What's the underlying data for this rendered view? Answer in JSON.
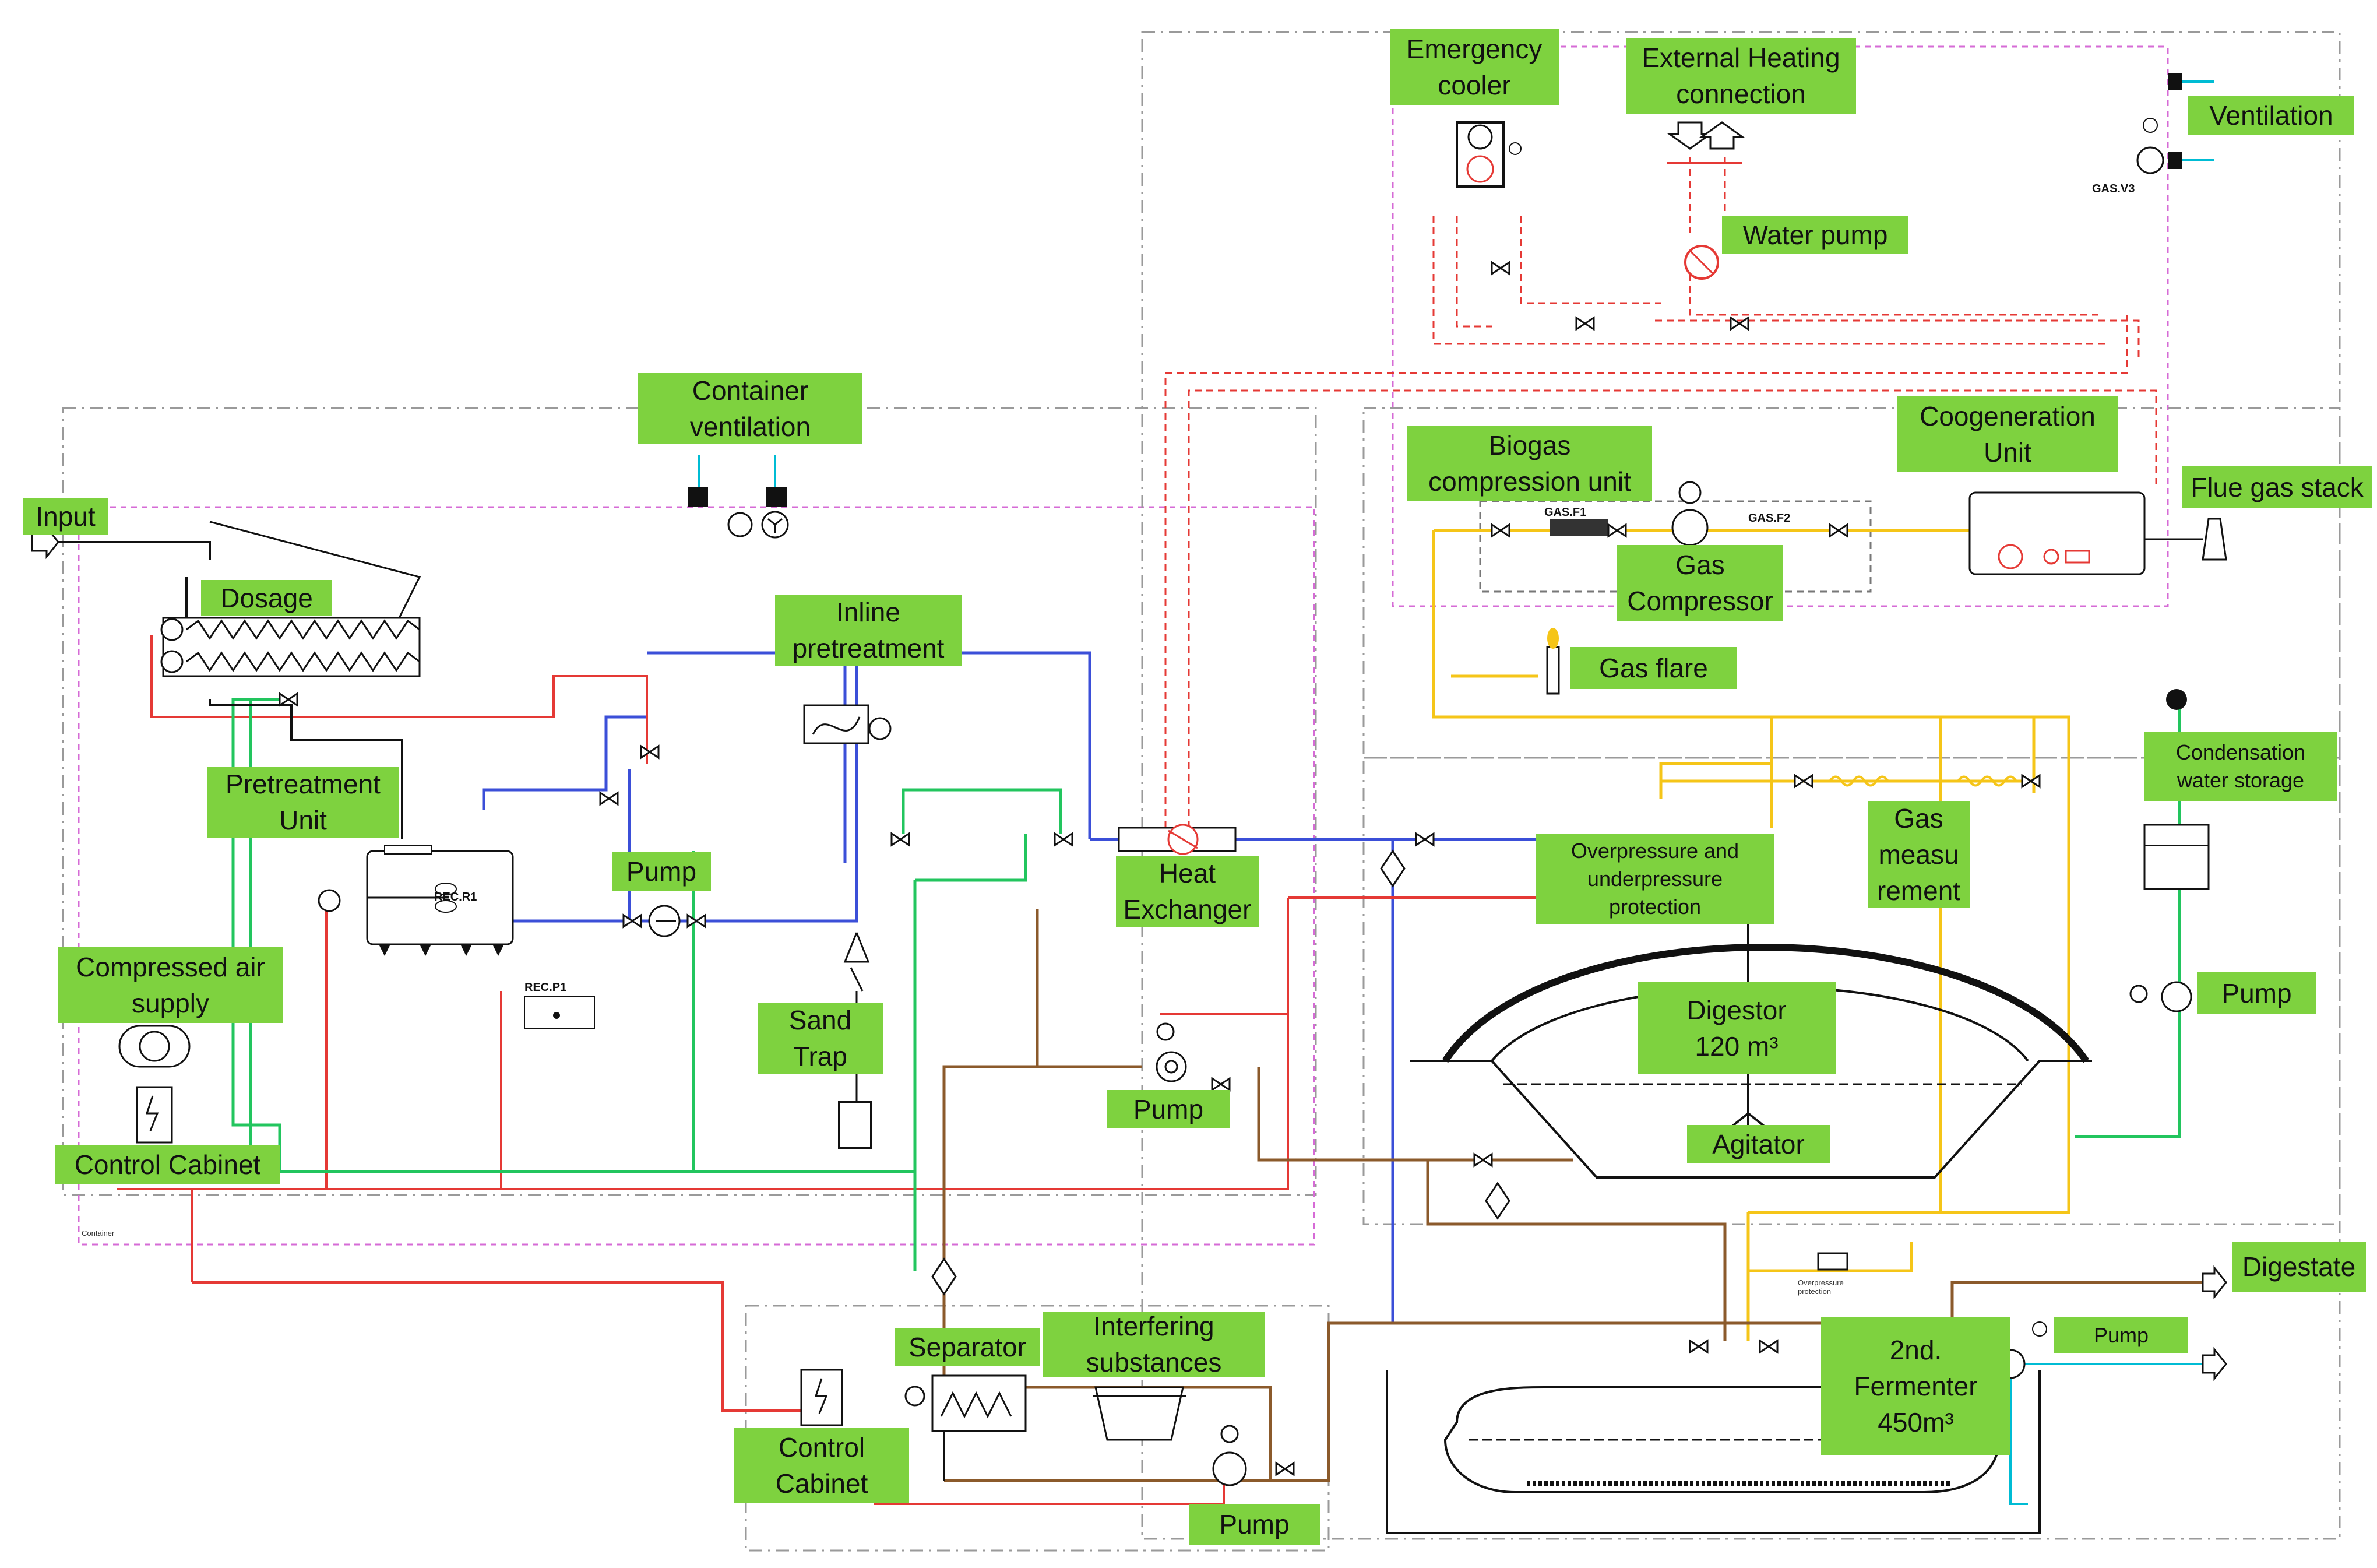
{
  "colors": {
    "label_bg": "#7ed23f",
    "water_line": "#3b4fd8",
    "heat_line": "#e53935",
    "air_line": "#22c55e",
    "gas_line": "#f5c518",
    "digestate_line": "#8b5a2b",
    "boundary_dash": "#999999",
    "cyan_line": "#00bcd4"
  },
  "labels": {
    "input": "Input",
    "dosage": "Dosage",
    "container_ventilation": "Container\nventilation",
    "inline_pretreatment": "Inline\npretreatment",
    "pretreatment_unit": "Pretreatment\nUnit",
    "pump_left": "Pump",
    "compressed_air_supply": "Compressed air\nsupply",
    "control_cabinet_left": "Control Cabinet",
    "sand_trap": "Sand\nTrap",
    "heat_exchanger": "Heat\nExchanger",
    "pump_mid": "Pump",
    "emergency_cooler": "Emergency\ncooler",
    "external_heating": "External Heating\nconnection",
    "water_pump": "Water pump",
    "ventilation": "Ventilation",
    "biogas_compression_unit": "Biogas\ncompression unit",
    "gas_compressor": "Gas\nCompressor",
    "coogeneration_unit": "Coogeneration\nUnit",
    "flue_gas_stack": "Flue gas stack",
    "gas_flare": "Gas flare",
    "condensation_water_storage": "Condensation\nwater storage",
    "gas_measurement": "Gas\nmeasu\nrement",
    "overpressure_protection": "Overpressure and\nunderpressure\nprotection",
    "pump_right": "Pump",
    "digestor": "Digestor\n120 m³",
    "agitator": "Agitator",
    "digestate": "Digestate",
    "separator": "Separator",
    "interfering_substances": "Interfering\nsubstances",
    "control_cabinet_bottom": "Control\nCabinet",
    "pump_bottom": "Pump",
    "second_fermenter": "2nd.\nFermenter\n450m³",
    "pump_fermenter": "Pump"
  },
  "tags": {
    "rec_r1": "REC.R1",
    "rec_p1": "REC.P1",
    "gas_f1": "GAS.F1",
    "gas_f2": "GAS.F2",
    "gas_v3": "GAS.V3",
    "container_text": "Container",
    "overpressure_small": "Overpressure\nprotection"
  }
}
